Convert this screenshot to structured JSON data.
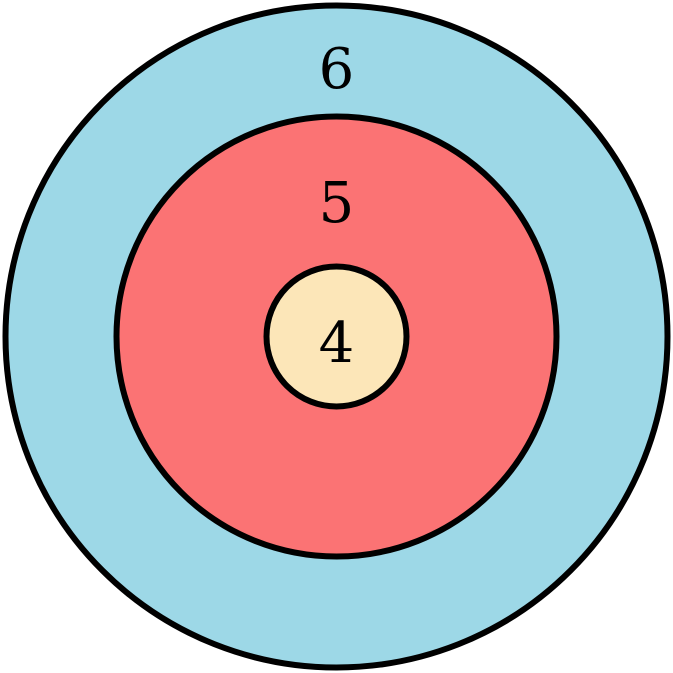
{
  "rings": [
    {
      "key": "outer",
      "label": "6",
      "fill": "#9DD8E7"
    },
    {
      "key": "middle",
      "label": "5",
      "fill": "#FB7374"
    },
    {
      "key": "inner",
      "label": "4",
      "fill": "#FCE6B8"
    }
  ],
  "stroke_color": "#000000"
}
